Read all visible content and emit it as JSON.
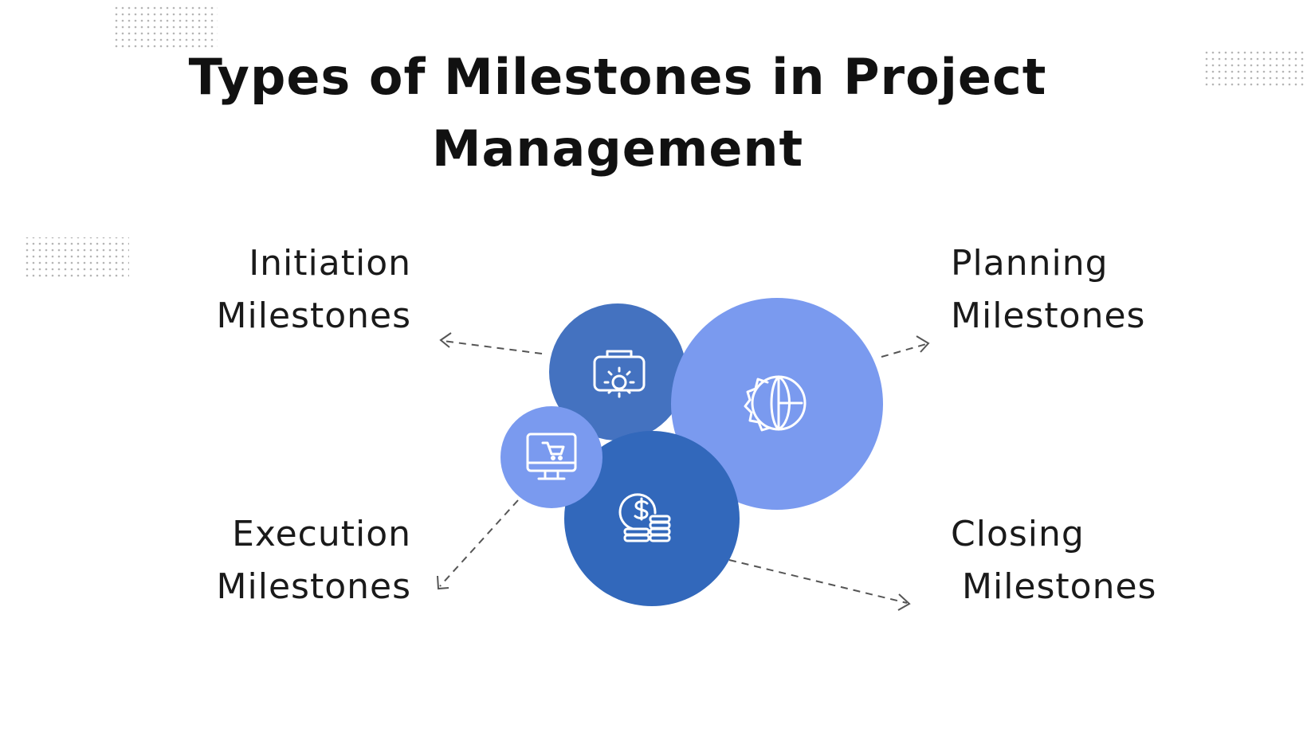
{
  "title": {
    "line1": "Types of Milestones in Project",
    "line2": "Management"
  },
  "labels": {
    "initiation": {
      "line1": "Initiation",
      "line2": "Milestones"
    },
    "planning": {
      "line1": "Planning",
      "line2": "Milestones"
    },
    "execution": {
      "line1": "Execution",
      "line2": "Milestones"
    },
    "closing": {
      "line1": "Closing",
      "line2": "Milestones"
    }
  },
  "icons": {
    "initiation": "briefcase-gear-icon",
    "planning": "gear-globe-icon",
    "execution": "monitor-cart-icon",
    "closing": "dollar-coins-icon"
  },
  "colors": {
    "initiation": "#4472c0",
    "planning": "#7a9aef",
    "execution": "#7a9aef",
    "closing": "#3268bb",
    "arrow": "#555555",
    "dots": "#b5b5b5"
  }
}
